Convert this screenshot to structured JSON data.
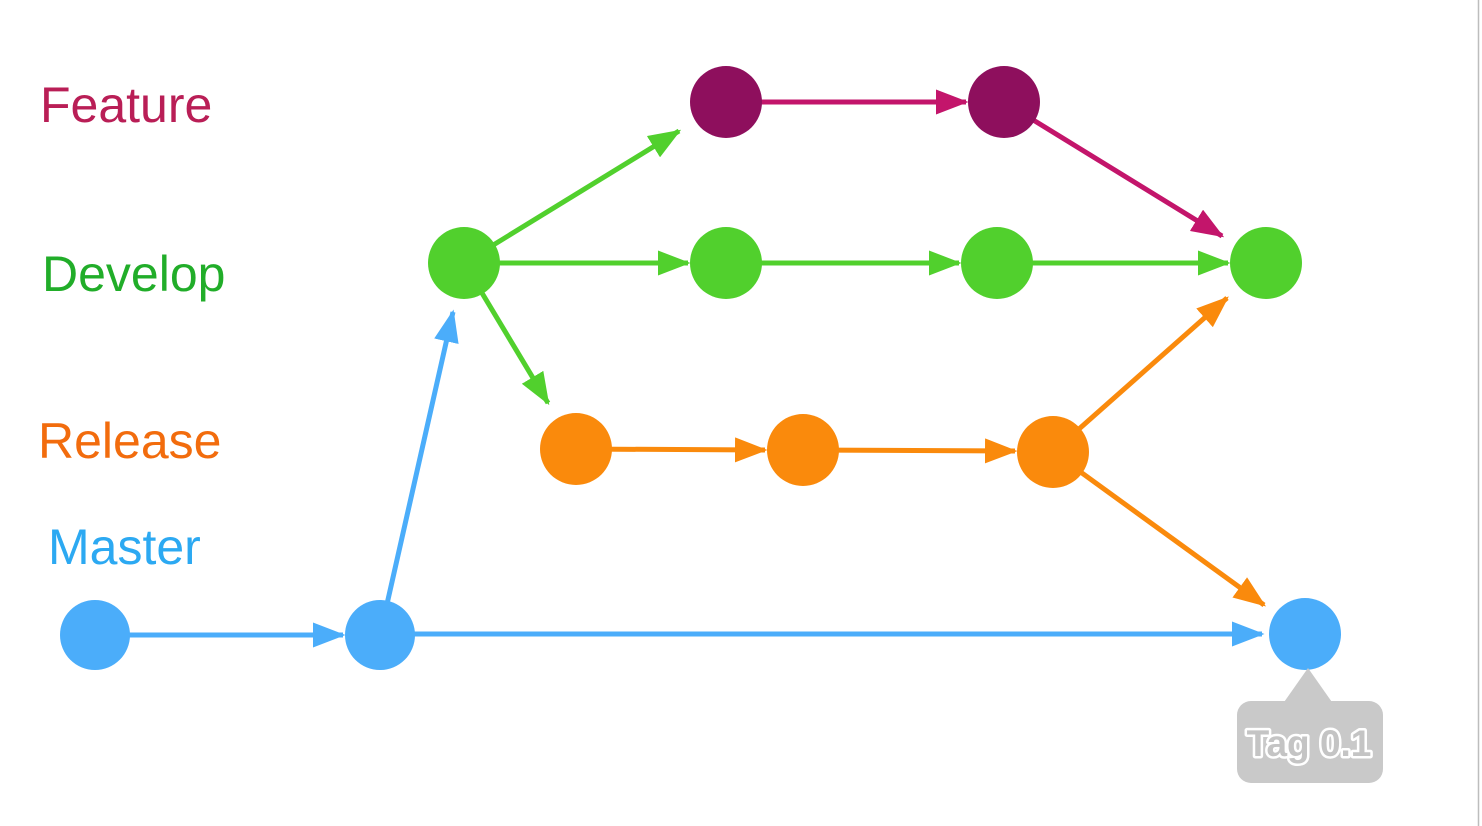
{
  "diagram": {
    "branches": [
      {
        "id": "feature",
        "label": "Feature",
        "label_color": "#B91E56",
        "node_color": "#8E0F5D",
        "edge_color": "#C3156B"
      },
      {
        "id": "develop",
        "label": "Develop",
        "label_color": "#21AD29",
        "node_color": "#51D02D",
        "edge_color": "#51D02D"
      },
      {
        "id": "release",
        "label": "Release",
        "label_color": "#F26C0D",
        "node_color": "#FA8A0C",
        "edge_color": "#FA8A0C"
      },
      {
        "id": "master",
        "label": "Master",
        "label_color": "#2CA9F2",
        "node_color": "#4BADFA",
        "edge_color": "#4BADFA"
      }
    ],
    "tag": {
      "label": "Tag 0.1",
      "bubble_color": "#C9C9C9",
      "text_color": "#C4C4C4",
      "outline_color": "#FFFFFF"
    },
    "canvas": {
      "background": "#FFFFFF",
      "right_border_color": "#BDBDBD"
    }
  }
}
